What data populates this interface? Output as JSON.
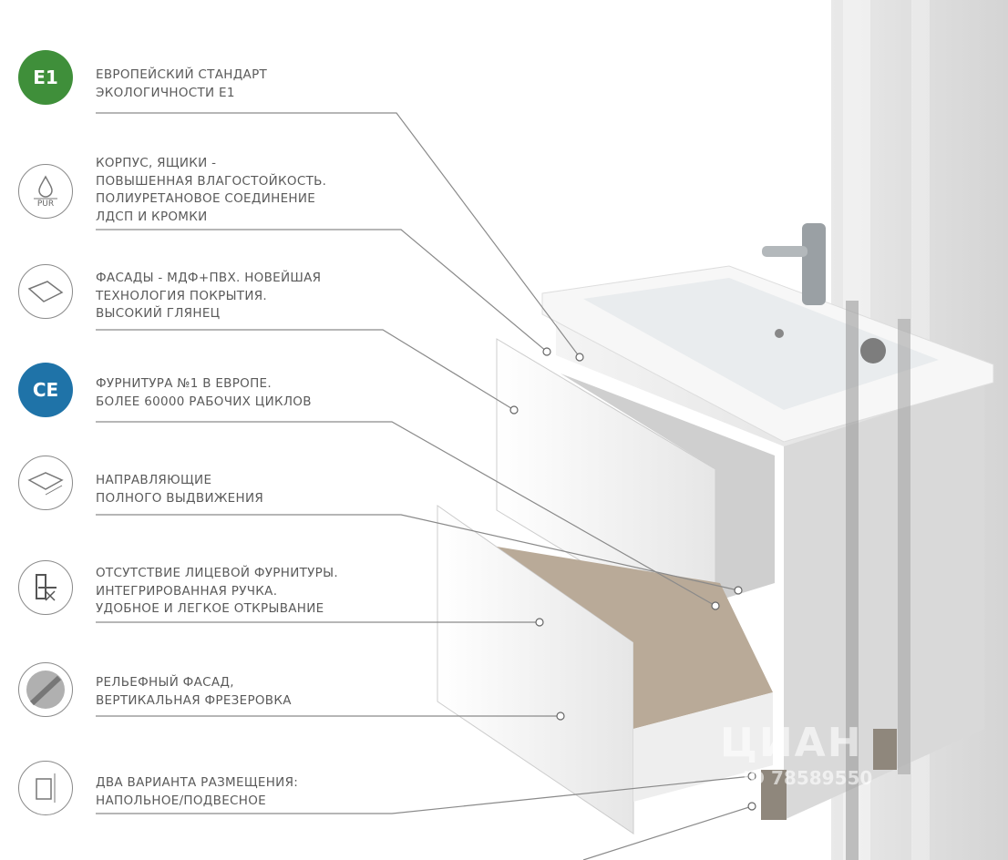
{
  "features": [
    {
      "icon": "e1-eco-icon",
      "lines": [
        "ЕВРОПЕЙСКИЙ СТАНДАРТ",
        "ЭКОЛОГИЧНОСТИ Е1"
      ],
      "icon_text": "E1"
    },
    {
      "icon": "water-drop-pur-icon",
      "lines": [
        "КОРПУС, ЯЩИКИ -",
        "ПОВЫШЕННАЯ ВЛАГОСТОЙКОСТЬ.",
        "ПОЛИУРЕТАНОВОЕ СОЕДИНЕНИЕ",
        "ЛДСП И КРОМКИ"
      ],
      "icon_text": "PUR"
    },
    {
      "icon": "panel-icon",
      "lines": [
        "ФАСАДЫ -  МДФ+ПВХ. НОВЕЙШАЯ",
        "ТЕХНОЛОГИЯ ПОКРЫТИЯ.",
        "ВЫСОКИЙ ГЛЯНЕЦ"
      ]
    },
    {
      "icon": "ce-mark-icon",
      "lines": [
        "ФУРНИТУРА №1 В ЕВРОПЕ.",
        "БОЛЕЕ 60000 РАБОЧИХ ЦИКЛОВ"
      ],
      "icon_text": "CE"
    },
    {
      "icon": "drawer-slide-icon",
      "lines": [
        "НАПРАВЛЯЮЩИЕ",
        "ПОЛНОГО ВЫДВИЖЕНИЯ"
      ]
    },
    {
      "icon": "no-handle-icon",
      "lines": [
        "ОТСУТСТВИЕ ЛИЦЕВОЙ ФУРНИТУРЫ.",
        "ИНТЕГРИРОВАННАЯ РУЧКА.",
        "УДОБНОЕ И ЛЕГКОЕ ОТКРЫВАНИЕ"
      ]
    },
    {
      "icon": "relief-facade-icon",
      "lines": [
        "РЕЛЬЕФНЫЙ ФАСАД,",
        "ВЕРТИКАЛЬНАЯ ФРЕЗЕРОВКА"
      ]
    },
    {
      "icon": "floor-wall-mount-icon",
      "lines": [
        "ДВА ВАРИАНТА РАЗМЕЩЕНИЯ:",
        "НАПОЛЬНОЕ/ПОДВЕСНОЕ"
      ]
    }
  ],
  "watermark": {
    "brand": "ЦИАН",
    "id": "ID 78589550"
  },
  "colors": {
    "eco_green": "#3f8f3a",
    "ce_blue": "#1f73a8",
    "text": "#5a5a5a",
    "line": "#8a8a8a"
  }
}
